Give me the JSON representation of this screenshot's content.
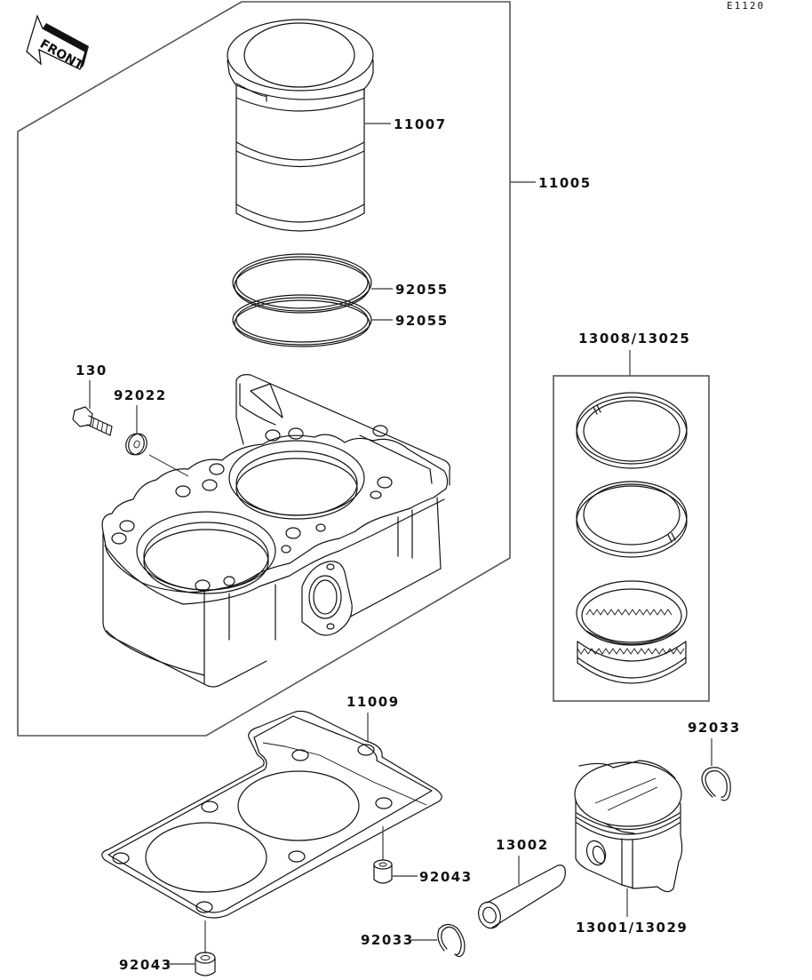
{
  "diagram": {
    "reference_code": "E1120",
    "direction_indicator": "FRONT",
    "frames": [
      {
        "name": "cylinder-assembly-frame",
        "label": "11005"
      },
      {
        "name": "piston-ring-set-frame",
        "label": "13008/13025"
      }
    ],
    "parts": [
      {
        "id": "cylinder-liner",
        "label": "11007"
      },
      {
        "id": "cylinder-assembly",
        "label": "11005"
      },
      {
        "id": "o-ring-upper",
        "label": "92055"
      },
      {
        "id": "o-ring-lower",
        "label": "92055"
      },
      {
        "id": "bolt",
        "label": "130"
      },
      {
        "id": "washer",
        "label": "92022"
      },
      {
        "id": "piston-ring-set",
        "label": "13008/13025"
      },
      {
        "id": "cylinder-base-gasket",
        "label": "11009"
      },
      {
        "id": "circlip-right",
        "label": "92033"
      },
      {
        "id": "dowel-pin-right",
        "label": "92043"
      },
      {
        "id": "piston-pin",
        "label": "13002"
      },
      {
        "id": "circlip-left",
        "label": "92033"
      },
      {
        "id": "piston",
        "label": "13001/13029"
      },
      {
        "id": "dowel-pin-left",
        "label": "92043"
      }
    ]
  }
}
